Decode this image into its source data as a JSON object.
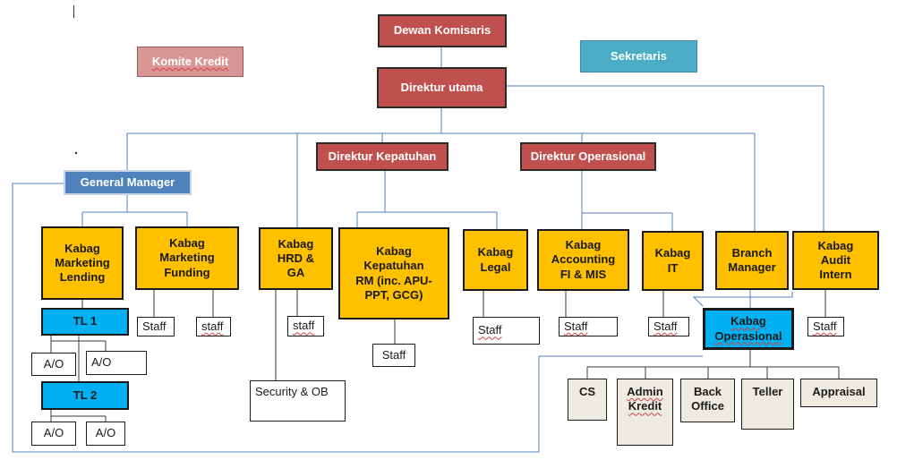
{
  "nodes": {
    "dewan_komisaris": "Dewan Komisaris",
    "komite_kredit": "Komite Kredit",
    "sekretaris": "Sekretaris",
    "direktur_utama": "Direktur utama",
    "direktur_kepatuhan": "Direktur Kepatuhan",
    "direktur_operasional": "Direktur Operasional",
    "general_manager": "General Manager",
    "kabag_marketing_lending": "Kabag\nMarketing\nLending",
    "kabag_marketing_funding": "Kabag\nMarketing\nFunding",
    "kabag_hrd_ga": "Kabag\nHRD &\nGA",
    "kabag_kepatuhan": "Kabag\nKepatuhan\nRM (inc. APU-\nPPT, GCG)",
    "kabag_legal": "Kabag\nLegal",
    "kabag_accounting": "Kabag\nAccounting\nFI & MIS",
    "kabag_it": "Kabag\nIT",
    "branch_manager": "Branch\nManager",
    "kabag_audit_intern": "Kabag\nAudit\nIntern",
    "tl1": "TL 1",
    "tl2": "TL 2",
    "ao_1": "A/O",
    "ao_2": "A/O",
    "ao_3": "A/O",
    "ao_4": "A/O",
    "staff_funding_1": "Staff",
    "staff_funding_2": "staff",
    "staff_hrd": "staff",
    "security_ob": "Security & OB",
    "staff_kepatuhan": "Staff",
    "staff_legal": "Staff",
    "staff_accounting": "Staff",
    "staff_it": "Staff",
    "staff_audit": "Staff",
    "kabag_operasional": "Kabag\nOperasional",
    "cs": "CS",
    "admin_kredit": "Admin\nKredit",
    "back_office": "Back\nOffice",
    "teller": "Teller",
    "appraisal": "Appraisal"
  },
  "colors": {
    "board": "#c0504d",
    "committee": "#d99694",
    "secretary": "#4bacc6",
    "general_manager": "#4f81bd",
    "department": "#ffc000",
    "team_lead": "#00b0f0",
    "operations_unit": "#eeece1",
    "connector": "#4f81bd"
  }
}
